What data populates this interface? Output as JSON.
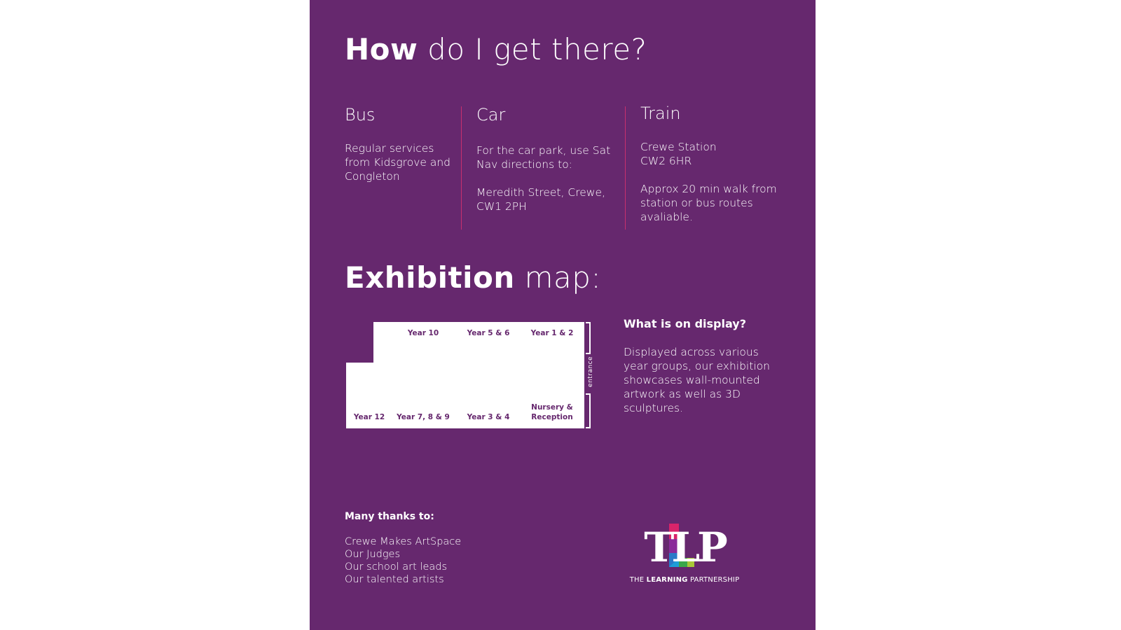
{
  "header": {
    "title_bold": "How",
    "title_rest": " do I get there?"
  },
  "directions": [
    {
      "heading": "Bus",
      "lines": [
        "Regular services",
        "from Kidsgrove and",
        "Congleton"
      ]
    },
    {
      "heading": "Car",
      "lines": [
        "For the car park, use Sat",
        "Nav directions to:",
        "",
        "Meredith Street, Crewe,",
        "CW1 2PH"
      ]
    },
    {
      "heading": "Train",
      "lines": [
        "Crewe Station",
        "CW2 6HR",
        "",
        "Approx 20 min walk from",
        "station or bus routes",
        "avaliable."
      ]
    }
  ],
  "exhibition": {
    "title_bold": "Exhibition",
    "title_rest": " map:",
    "map_labels": {
      "year10": "Year 10",
      "year56": "Year 5 & 6",
      "year12_top": "Year 1 & 2",
      "year12": "Year 12",
      "year789": "Year 7, 8 & 9",
      "year34": "Year 3 & 4",
      "nursery_line1": "Nursery &",
      "nursery_line2": "Reception"
    },
    "entrance_label": "entrance",
    "display_heading": "What is on display?",
    "display_text": "Displayed across various year groups, our exhibition showcases wall-mounted artwork as well as 3D sculptures."
  },
  "thanks": {
    "heading": "Many thanks to:",
    "items": [
      "Crewe Makes ArtSpace",
      "Our Judges",
      "Our school art leads",
      "Our talented artists"
    ]
  },
  "logo": {
    "letters": "TLP",
    "caption_pre": "THE ",
    "caption_bold": "LEARNING",
    "caption_post": " PARTNERSHIP"
  },
  "colors": {
    "background": "#66286e",
    "divider": "#c8306e",
    "text": "#ffffff"
  }
}
